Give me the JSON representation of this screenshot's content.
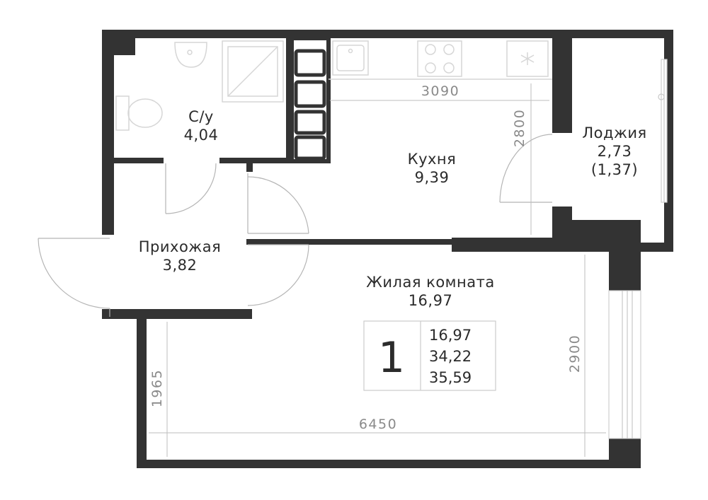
{
  "rooms": {
    "bathroom": {
      "name": "С/у",
      "area": "4,04"
    },
    "kitchen": {
      "name": "Кухня",
      "area": "9,39"
    },
    "loggia": {
      "name": "Лоджия",
      "area": "2,73",
      "area_reduced": "(1,37)"
    },
    "hallway": {
      "name": "Прихожая",
      "area": "3,82"
    },
    "living": {
      "name": "Жилая комната",
      "area": "16,97"
    }
  },
  "dimensions": {
    "kitchen_width": "3090",
    "kitchen_depth": "2800",
    "room_width": "6450",
    "room_depth": "2900",
    "room_left_depth": "1965"
  },
  "summary": {
    "rooms_count": "1",
    "living_area": "16,97",
    "total_area": "34,22",
    "total_area_with_loggia": "35,59"
  },
  "colors": {
    "wall": "#333333",
    "text": "#2b2b2b",
    "dimension": "#8a8a8a"
  }
}
